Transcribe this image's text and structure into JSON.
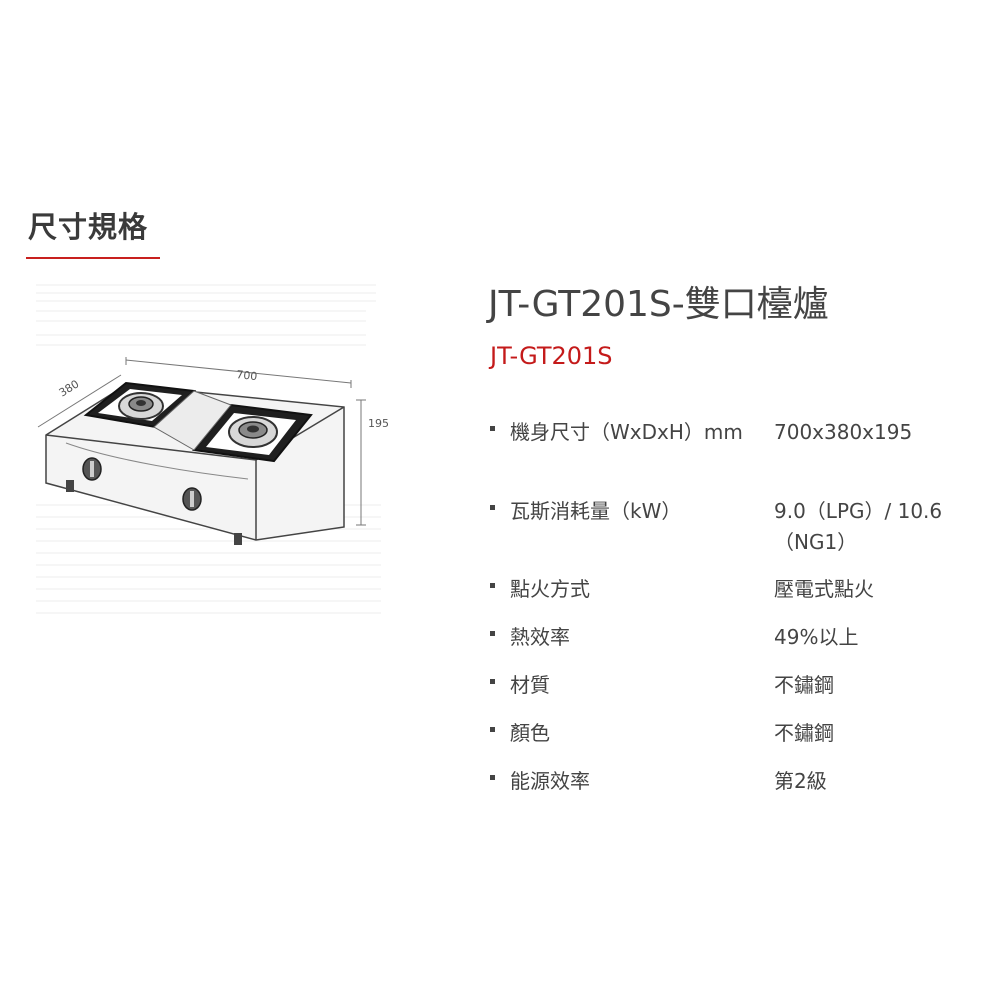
{
  "section": {
    "title": "尺寸規格"
  },
  "diagram": {
    "width_label": "700",
    "depth_label": "380",
    "height_label": "195"
  },
  "product": {
    "title": "JT-GT201S-雙口檯爐",
    "model": "JT-GT201S"
  },
  "specs": [
    {
      "label": "機身尺寸（WxDxH）mm",
      "value": "700x380x195"
    },
    {
      "label": "瓦斯消耗量（kW）",
      "value": "9.0（LPG）/ 10.6（NG1）"
    },
    {
      "label": "點火方式",
      "value": "壓電式點火"
    },
    {
      "label": "熱效率",
      "value": "49%以上"
    },
    {
      "label": "材質",
      "value": "不鏽鋼"
    },
    {
      "label": "顏色",
      "value": "不鏽鋼"
    },
    {
      "label": "能源效率",
      "value": "第2級"
    }
  ],
  "colors": {
    "accent": "#c41a1a",
    "text": "#444444"
  }
}
